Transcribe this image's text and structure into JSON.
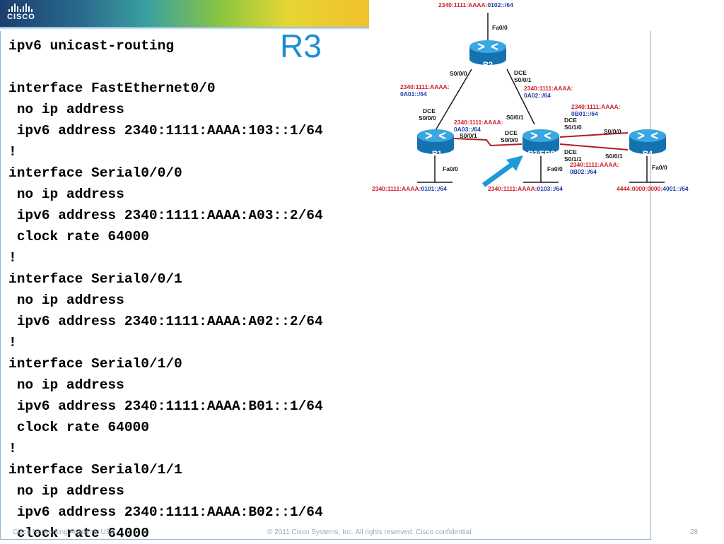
{
  "slide": {
    "title": "R3",
    "logo_text": "CISCO",
    "footer_left": "Cisco Networking Academy USA",
    "footer_center": "© 2011 Cisco Systems, Inc. All rights reserved. Cisco confidential.",
    "page_number": "28"
  },
  "config_lines": [
    "ipv6 unicast-routing",
    "",
    "interface FastEthernet0/0",
    " no ip address",
    " ipv6 address 2340:1111:AAAA:103::1/64",
    "!",
    "interface Serial0/0/0",
    " no ip address",
    " ipv6 address 2340:1111:AAAA:A03::2/64",
    " clock rate 64000",
    "!",
    "interface Serial0/0/1",
    " no ip address",
    " ipv6 address 2340:1111:AAAA:A02::2/64",
    "!",
    "interface Serial0/1/0",
    " no ip address",
    " ipv6 address 2340:1111:AAAA:B01::1/64",
    " clock rate 64000",
    "!",
    "interface Serial0/1/1",
    " no ip address",
    " ipv6 address 2340:1111:AAAA:B02::1/64",
    " clock rate 64000"
  ],
  "topology": {
    "colors": {
      "prefix": "#d0202a",
      "suffix": "#1f3fa8",
      "router": "#1a86c8",
      "link": "#b01e24",
      "arrow": "#1e9ad6"
    },
    "routers": {
      "r1": "R1",
      "r2": "R2",
      "r3": "R3/FRS",
      "r4": "R4"
    },
    "labels": {
      "r2_lan_prefix": "2340:1111:AAAA:",
      "r2_lan_suffix": "0102::/64",
      "r2_fa": "Fa0/0",
      "r2_s000": "S0/0/0",
      "r2_dce": "DCE",
      "r2_s001": "S0/0/1",
      "a01_prefix": "2340:1111:AAAA:",
      "a01_suffix": "0A01::/64",
      "a02_prefix": "2340:1111:AAAA:",
      "a02_suffix": "0A02::/64",
      "r1_dce": "DCE",
      "r1_s000": "S0/0/0",
      "a03_prefix": "2340:1111:AAAA:",
      "a03_suffix": "0A03::/64",
      "r1_s001": "S0/0/1",
      "r3_s001": "S0/0/1",
      "r3_dce": "DCE",
      "r3_s000": "S0/0/0",
      "r3_dce2": "DCE",
      "r3_s010": "S0/1/0",
      "b01_prefix": "2340:1111:AAAA:",
      "b01_suffix": "0B01::/64",
      "r4_s000": "S0/0/0",
      "r3_dce3": "DCE",
      "r3_s011": "S0/1/1",
      "r4_s001": "S0/0/1",
      "b02_prefix": "2340:1111:AAAA:",
      "b02_suffix": "0B02::/64",
      "r1_fa": "Fa0/0",
      "r3_fa": "Fa0/0",
      "r4_fa": "Fa0/0",
      "r1_lan_prefix": "2340:1111:AAAA:",
      "r1_lan_suffix": "0101::/64",
      "r3_lan_prefix": "2340:1111:AAAA:",
      "r3_lan_suffix": "0103::/64",
      "r4_lan_prefix": "4444:0000:0000:",
      "r4_lan_suffix": "4001::/64"
    }
  }
}
